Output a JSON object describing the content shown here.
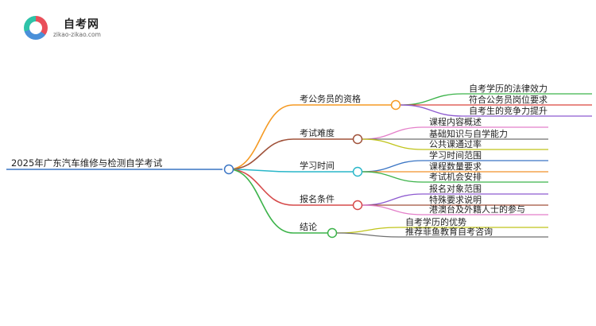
{
  "brand": {
    "name": "自考网",
    "url": "zikao-zikao.com"
  },
  "root": {
    "label": "2025年广东汽车维修与检测自学考试"
  },
  "branches": [
    {
      "label": "考公务员的资格",
      "color": "#f59a23",
      "children": [
        "自考学历的法律效力",
        "符合公务员岗位要求",
        "自考生的竞争力提升"
      ],
      "child_colors": [
        "#3cb34a",
        "#d9453d",
        "#8e5bd0"
      ]
    },
    {
      "label": "考试难度",
      "color": "#a0523a",
      "children": [
        "课程内容概述",
        "基础知识与自学能力",
        "公共课通过率"
      ],
      "child_colors": [
        "#e47fc9",
        "#707070",
        "#c0c41a"
      ]
    },
    {
      "label": "学习时间",
      "color": "#2ab7c9",
      "children": [
        "学习时间范围",
        "课程数量要求",
        "考试机会安排"
      ],
      "child_colors": [
        "#3a75c4",
        "#f0912b",
        "#3cb34a"
      ]
    },
    {
      "label": "报名条件",
      "color": "#d64a4a",
      "children": [
        "报名对象范围",
        "特殊要求说明",
        "港澳台及外籍人士的参与"
      ],
      "child_colors": [
        "#8e5bd0",
        "#a0523a",
        "#e47fc9"
      ]
    },
    {
      "label": "结论",
      "color": "#3cb34a",
      "children": [
        "自考学历的优势",
        "推荐菲鱼教育自考咨询"
      ],
      "child_colors": [
        "#c0c41a",
        "#707070"
      ]
    }
  ]
}
